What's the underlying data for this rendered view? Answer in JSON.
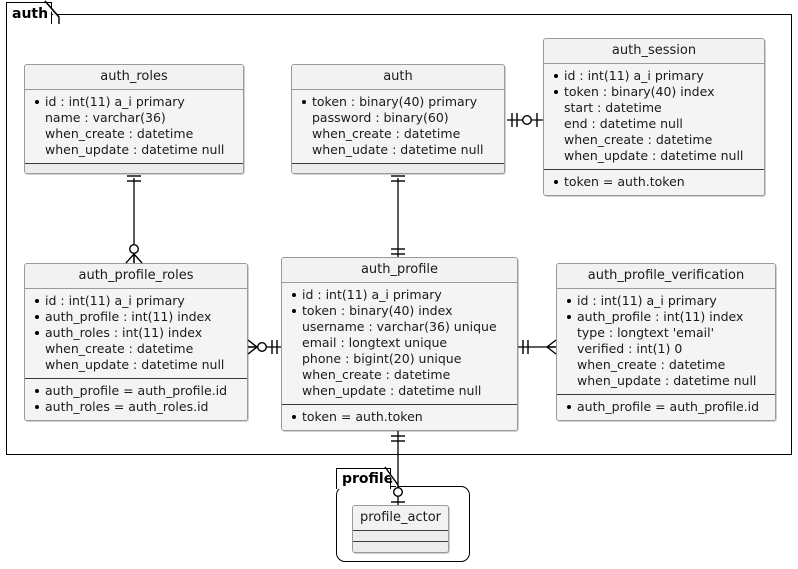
{
  "diagram": {
    "type": "entity-relationship-diagram",
    "title": "auth",
    "packages": [
      {
        "name": "auth",
        "label": "auth"
      },
      {
        "name": "profile",
        "label": "profile"
      }
    ]
  },
  "entities": {
    "auth_roles": {
      "title": "auth_roles",
      "fields": [
        {
          "text": "id : int(11) a_i primary",
          "key": true
        },
        {
          "text": "name : varchar(36)",
          "key": false
        },
        {
          "text": "when_create : datetime",
          "key": false
        },
        {
          "text": "when_update : datetime null",
          "key": false
        }
      ],
      "relations": []
    },
    "auth": {
      "title": "auth",
      "fields": [
        {
          "text": "token : binary(40) primary",
          "key": true
        },
        {
          "text": "password : binary(60)",
          "key": false
        },
        {
          "text": "when_create : datetime",
          "key": false
        },
        {
          "text": "when_udate : datetime null",
          "key": false
        }
      ],
      "relations": []
    },
    "auth_session": {
      "title": "auth_session",
      "fields": [
        {
          "text": "id : int(11) a_i primary",
          "key": true
        },
        {
          "text": "token : binary(40) index",
          "key": true
        },
        {
          "text": "start : datetime",
          "key": false
        },
        {
          "text": "end : datetime null",
          "key": false
        },
        {
          "text": "when_create : datetime",
          "key": false
        },
        {
          "text": "when_update : datetime null",
          "key": false
        }
      ],
      "relations": [
        {
          "text": "token = auth.token",
          "key": true
        }
      ]
    },
    "auth_profile_roles": {
      "title": "auth_profile_roles",
      "fields": [
        {
          "text": "id : int(11) a_i primary",
          "key": true
        },
        {
          "text": "auth_profile : int(11) index",
          "key": true
        },
        {
          "text": "auth_roles : int(11) index",
          "key": true
        },
        {
          "text": "when_create : datetime",
          "key": false
        },
        {
          "text": "when_update : datetime null",
          "key": false
        }
      ],
      "relations": [
        {
          "text": "auth_profile = auth_profile.id",
          "key": true
        },
        {
          "text": "auth_roles = auth_roles.id",
          "key": true
        }
      ]
    },
    "auth_profile": {
      "title": "auth_profile",
      "fields": [
        {
          "text": "id : int(11) a_i primary",
          "key": true
        },
        {
          "text": "token : binary(40) index",
          "key": true
        },
        {
          "text": "username : varchar(36) unique",
          "key": false
        },
        {
          "text": "email : longtext unique",
          "key": false
        },
        {
          "text": "phone : bigint(20) unique",
          "key": false
        },
        {
          "text": "when_create : datetime",
          "key": false
        },
        {
          "text": "when_update : datetime null",
          "key": false
        }
      ],
      "relations": [
        {
          "text": "token = auth.token",
          "key": true
        }
      ]
    },
    "auth_profile_verification": {
      "title": "auth_profile_verification",
      "fields": [
        {
          "text": "id : int(11) a_i primary",
          "key": true
        },
        {
          "text": "auth_profile : int(11) index",
          "key": true
        },
        {
          "text": "type : longtext 'email'",
          "key": false
        },
        {
          "text": "verified : int(1) 0",
          "key": false
        },
        {
          "text": "when_create : datetime",
          "key": false
        },
        {
          "text": "when_update : datetime null",
          "key": false
        }
      ],
      "relations": [
        {
          "text": "auth_profile = auth_profile.id",
          "key": true
        }
      ]
    },
    "profile_actor": {
      "title": "profile_actor",
      "fields": [],
      "relations": []
    }
  },
  "relationships": [
    {
      "name": "auth-to-auth_session",
      "from": "auth",
      "to": "auth_session",
      "from_cardinality": "one",
      "to_cardinality": "zero-or-one"
    },
    {
      "name": "auth_roles-to-auth_profile_roles",
      "from": "auth_roles",
      "to": "auth_profile_roles",
      "from_cardinality": "one",
      "to_cardinality": "zero-or-many"
    },
    {
      "name": "auth-to-auth_profile",
      "from": "auth",
      "to": "auth_profile",
      "from_cardinality": "one",
      "to_cardinality": "one"
    },
    {
      "name": "auth_profile_roles-to-auth_profile",
      "from": "auth_profile_roles",
      "to": "auth_profile",
      "from_cardinality": "zero-or-many",
      "to_cardinality": "one"
    },
    {
      "name": "auth_profile-to-auth_profile_verification",
      "from": "auth_profile",
      "to": "auth_profile_verification",
      "from_cardinality": "one",
      "to_cardinality": "many"
    },
    {
      "name": "auth_profile-to-profile_actor",
      "from": "auth_profile",
      "to": "profile_actor",
      "from_cardinality": "one",
      "to_cardinality": "zero-or-one"
    }
  ],
  "colors": {
    "entity_fill": "#f4f4f4",
    "entity_header": "#f2f2f2",
    "entity_border": "#9a9a9a",
    "package_border": "#000000",
    "line": "#000000",
    "text": "#1a1a1a",
    "background": "#ffffff"
  }
}
